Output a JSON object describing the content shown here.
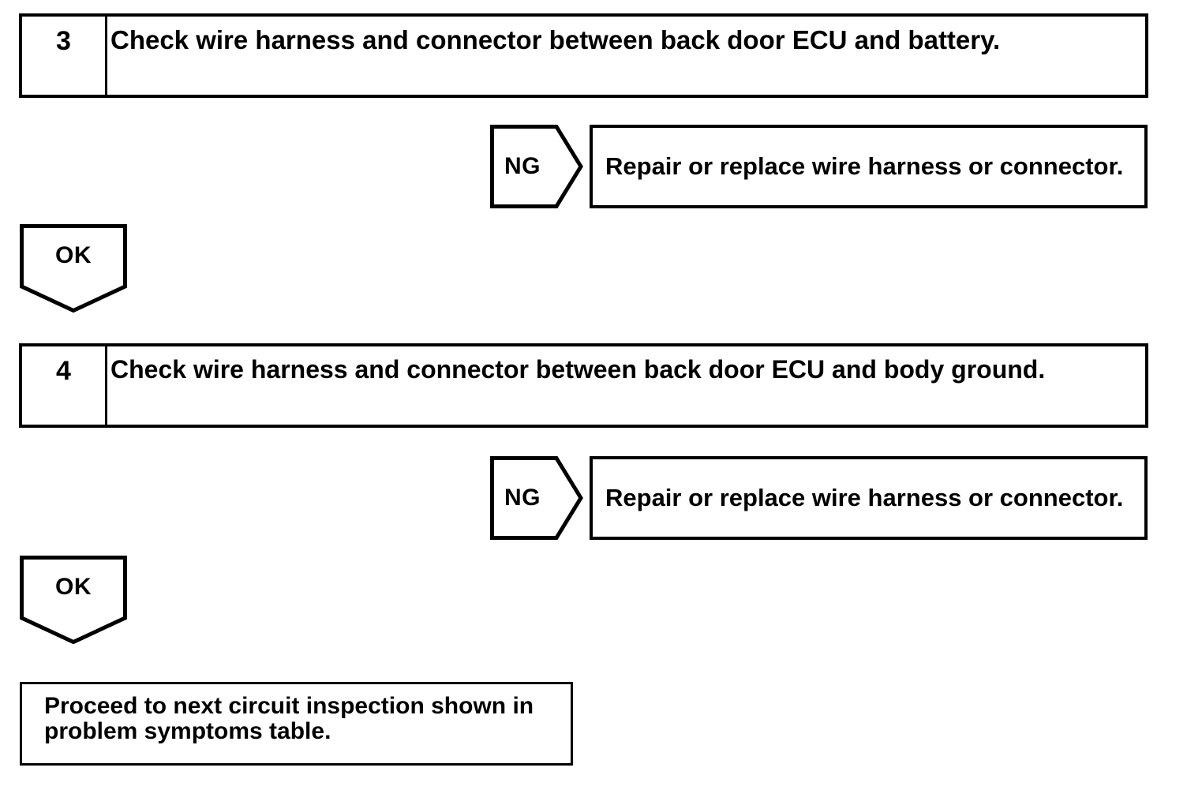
{
  "diagram": {
    "type": "troubleshooting-flowchart",
    "steps": [
      {
        "number": "3",
        "text": "Check wire harness and connector between back door ECU and battery.",
        "ng": {
          "label": "NG",
          "result": "Repair or replace wire harness or connector."
        },
        "ok": {
          "label": "OK"
        }
      },
      {
        "number": "4",
        "text": "Check wire harness and connector between back door ECU and body ground.",
        "ng": {
          "label": "NG",
          "result": "Repair or replace wire harness or connector."
        },
        "ok": {
          "label": "OK"
        }
      }
    ],
    "final": {
      "line1": "Proceed to next circuit inspection shown in",
      "line2": "problem symptoms table."
    },
    "colors": {
      "stroke": "#000000",
      "fill": "#ffffff",
      "text": "#000000"
    }
  }
}
